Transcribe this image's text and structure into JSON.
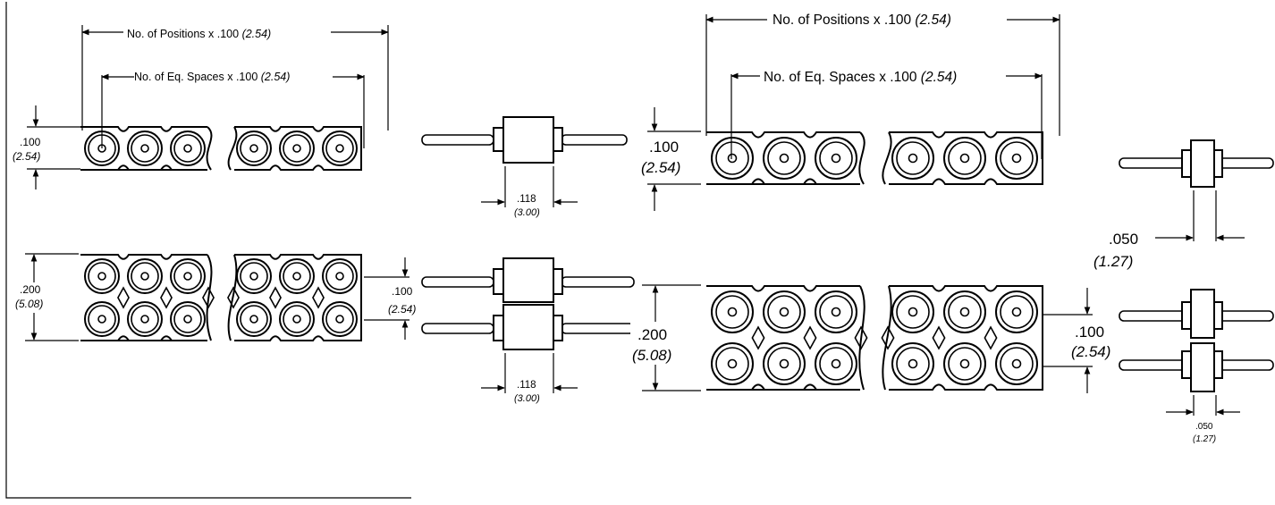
{
  "callouts": {
    "positions": "No. of Positions x .100",
    "positions_metric": "(2.54)",
    "eq_spaces": "No. of Eq. Spaces x .100",
    "eq_spaces_metric": "(2.54)"
  },
  "dims": {
    "pitch": ".100",
    "pitch_metric": "(2.54)",
    "width_double": ".200",
    "width_double_metric": "(5.08)",
    "body_len": ".118",
    "body_len_metric": "(3.00)",
    "pin_dia": ".050",
    "pin_dia_metric": "(1.27)"
  },
  "colors": {
    "line": "#000000",
    "background": "#ffffff"
  }
}
